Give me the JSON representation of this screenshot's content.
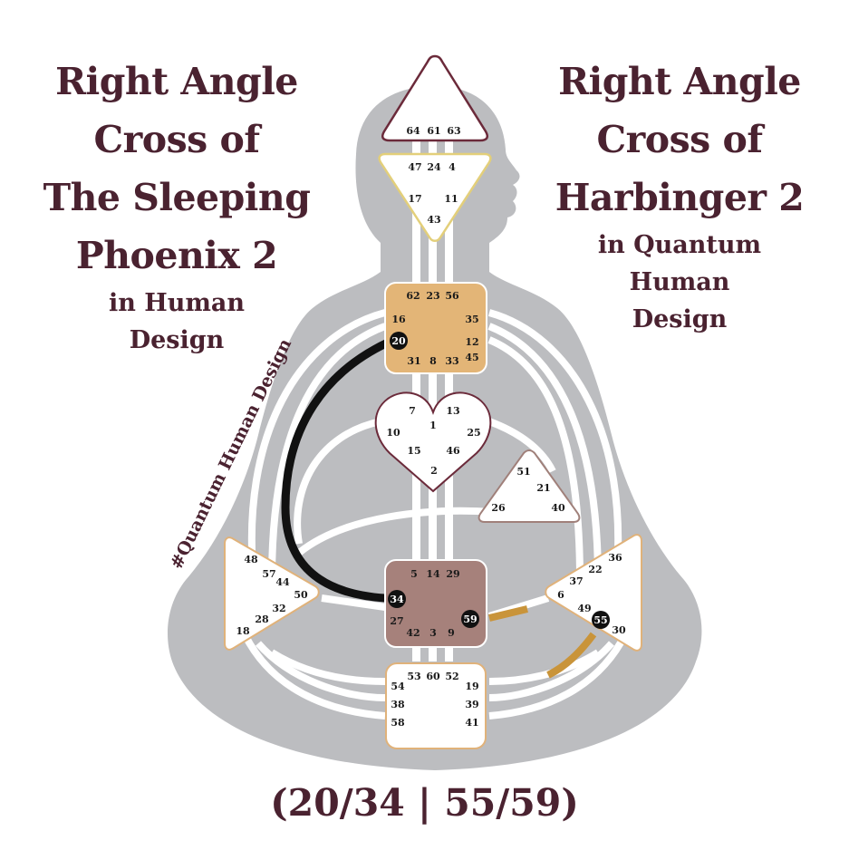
{
  "colors": {
    "text": "#4a2230",
    "body": "#bcbdc0",
    "channel": "#ffffff",
    "head_stroke": "#6b2a3a",
    "ajna_stroke": "#e3cf7a",
    "throat_fill": "#e3b577",
    "sacral_fill": "#a6817b",
    "defined_channel_black": "#111111",
    "defined_channel_gold": "#c9943a",
    "orange_stroke": "#e0b27a"
  },
  "titles": {
    "left": {
      "line1": "Right Angle",
      "line2": "Cross of",
      "line3": "The Sleeping",
      "line4": "Phoenix 2",
      "sub1": "in Human",
      "sub2": "Design"
    },
    "right": {
      "line1": "Right Angle",
      "line2": "Cross of",
      "line3": "Harbinger 2",
      "sub1": "in Quantum",
      "sub2": "Human",
      "sub3": "Design"
    }
  },
  "hashtag": "#Quantum Human Design",
  "cross_code": "(20/34 | 55/59)",
  "centers": {
    "head": {
      "gates": [
        "64",
        "61",
        "63"
      ]
    },
    "ajna": {
      "gates": [
        "47",
        "24",
        "4",
        "17",
        "11",
        "43"
      ]
    },
    "throat": {
      "gates": [
        "62",
        "23",
        "56",
        "16",
        "35",
        "20",
        "12",
        "45",
        "31",
        "8",
        "33"
      ],
      "active": [
        "20"
      ]
    },
    "g": {
      "gates": [
        "7",
        "13",
        "1",
        "10",
        "25",
        "15",
        "46",
        "2"
      ]
    },
    "ego": {
      "gates": [
        "51",
        "21",
        "26",
        "40"
      ]
    },
    "spleen": {
      "gates": [
        "48",
        "57",
        "44",
        "50",
        "32",
        "28",
        "18"
      ]
    },
    "sacral": {
      "gates": [
        "5",
        "14",
        "29",
        "34",
        "27",
        "59",
        "42",
        "3",
        "9"
      ],
      "active": [
        "34",
        "59"
      ]
    },
    "solar_plexus": {
      "gates": [
        "36",
        "22",
        "37",
        "6",
        "49",
        "55",
        "30"
      ],
      "active": [
        "55"
      ]
    },
    "root": {
      "gates": [
        "53",
        "60",
        "52",
        "54",
        "19",
        "38",
        "39",
        "58",
        "41"
      ]
    }
  },
  "defined_channels": [
    {
      "from": "20",
      "to": "34",
      "color": "black"
    },
    {
      "from": "59",
      "to": "6",
      "color": "gold"
    },
    {
      "from": "55",
      "to": "39",
      "color": "gold"
    }
  ]
}
